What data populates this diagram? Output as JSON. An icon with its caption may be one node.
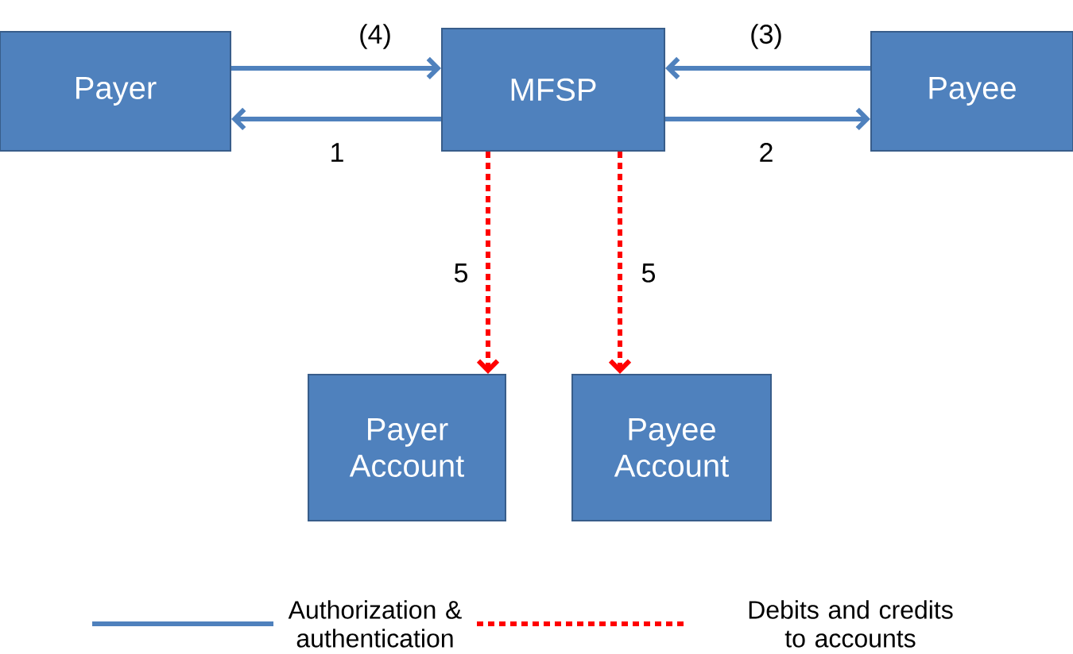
{
  "diagram": {
    "nodes": [
      {
        "text": [
          "Payer"
        ]
      },
      {
        "text": [
          "MFSP"
        ]
      },
      {
        "text": [
          "Payee"
        ]
      },
      {
        "text": [
          "Payer Account"
        ]
      },
      {
        "text": [
          "Payee Account"
        ]
      }
    ],
    "edges": [
      {
        "from": 0,
        "to": 1,
        "arrow": "to",
        "label": "(4)"
      },
      {
        "from": 1,
        "to": 0,
        "arrow": "to",
        "label": "1"
      },
      {
        "from": 2,
        "to": 1,
        "arrow": "to",
        "label": "(3)"
      },
      {
        "from": 1,
        "to": 2,
        "arrow": "to",
        "label": "2"
      },
      {
        "from": 1,
        "to": 3,
        "arrow": "to",
        "label": "5",
        "style": "dashed",
        "color": "#ff0000"
      },
      {
        "from": 1,
        "to": 4,
        "arrow": "to",
        "label": "5",
        "style": "dashed",
        "color": "#ff0000"
      }
    ],
    "legend": [
      {
        "text": "Authorization & authentication"
      },
      {
        "text": "Debits and credits to accounts"
      }
    ]
  }
}
